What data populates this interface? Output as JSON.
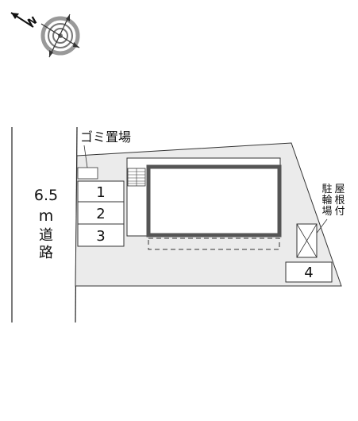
{
  "compass": {
    "north_letter": "N",
    "icon": "compass-rose-icon"
  },
  "road": {
    "width": "6.5",
    "unit": "m",
    "char1": "道",
    "char2": "路"
  },
  "garbage": {
    "label": "ゴミ置場"
  },
  "parking": {
    "spaces": [
      "1",
      "2",
      "3"
    ],
    "space_4": "4"
  },
  "bicycle": {
    "label_col1": [
      "駐",
      "輪",
      "場"
    ],
    "label_col2": [
      "屋",
      "根",
      "付"
    ]
  },
  "colors": {
    "lot_fill": "#ebebeb",
    "building_outline": "#555555"
  }
}
